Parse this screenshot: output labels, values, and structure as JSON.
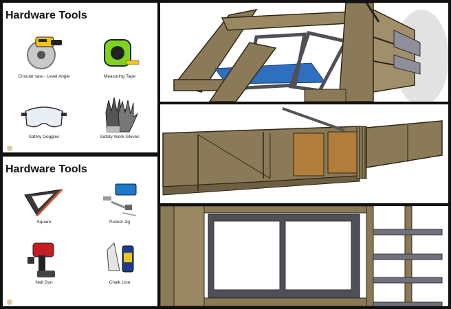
{
  "tool_cards": [
    {
      "title": "Hardware Tools",
      "tools": [
        {
          "label": "Circular saw - Level Angle",
          "icon": "circular-saw-icon"
        },
        {
          "label": "Measuring Tape",
          "icon": "measuring-tape-icon"
        },
        {
          "label": "Safety Goggles",
          "icon": "safety-goggles-icon"
        },
        {
          "label": "Safety Work Gloves",
          "icon": "work-gloves-icon"
        }
      ]
    },
    {
      "title": "Hardware Tools",
      "tools": [
        {
          "label": "Square",
          "icon": "speed-square-icon"
        },
        {
          "label": "Pocket Jig",
          "icon": "pocket-jig-icon"
        },
        {
          "label": "Nail Gun",
          "icon": "nail-gun-icon"
        },
        {
          "label": "Chalk Line",
          "icon": "chalk-line-icon"
        }
      ]
    }
  ],
  "colors": {
    "wood": "#8b7a58",
    "wood_dark": "#5e5038",
    "metal": "#4f4f57",
    "glass": "#2f6fbf",
    "cork": "#b07d3a",
    "background": "#111111"
  }
}
